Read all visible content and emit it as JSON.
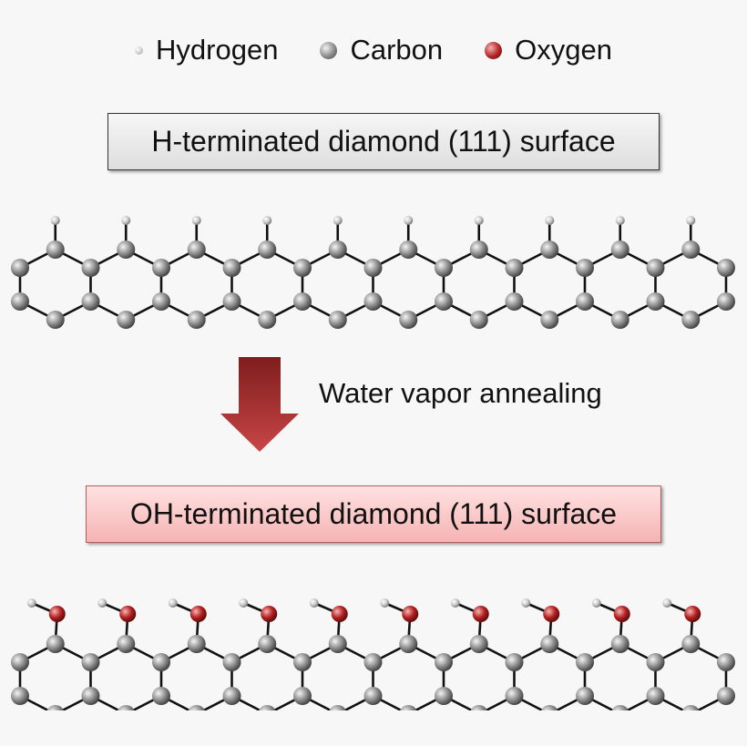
{
  "legend": {
    "items": [
      {
        "label": "Hydrogen",
        "kind": "hydrogen"
      },
      {
        "label": "Carbon",
        "kind": "carbon"
      },
      {
        "label": "Oxygen",
        "kind": "oxygen"
      }
    ]
  },
  "top_panel": {
    "title": "H-terminated diamond (111) surface"
  },
  "process": {
    "label": "Water vapor annealing"
  },
  "bottom_panel": {
    "title": "OH-terminated diamond (111) surface"
  },
  "colors": {
    "carbon": "#8a8a8a",
    "hydrogen": "#d9d9d9",
    "oxygen": "#b22222",
    "arrow": "#a42a2a",
    "bond": "#111111"
  }
}
